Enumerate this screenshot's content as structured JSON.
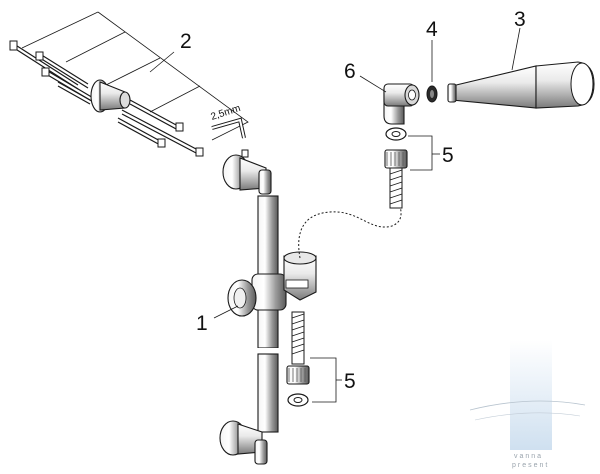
{
  "callouts": {
    "c1": "1",
    "c2": "2",
    "c3": "3",
    "c4": "4",
    "c5a": "5",
    "c5b": "5",
    "c6": "6"
  },
  "notes": {
    "hex_key_size": "2,5mm"
  },
  "watermark": {
    "line1": "vanna",
    "line2": "present"
  },
  "colors": {
    "line": "#1a1a1a",
    "watermark_blue": "#cfe0f0"
  }
}
